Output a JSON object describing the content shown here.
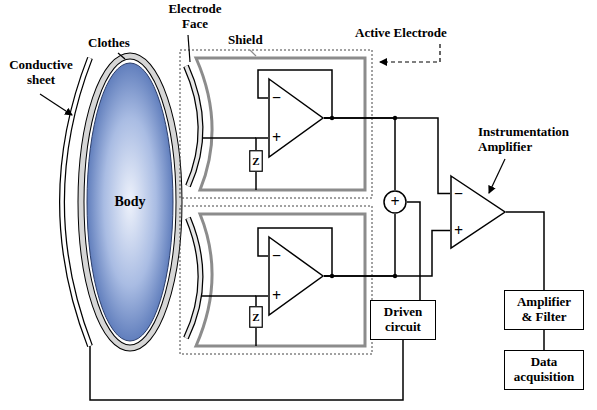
{
  "diagram": {
    "nodes": [
      {
        "text": [
          "Body"
        ]
      },
      {
        "text": [
          "−",
          "+"
        ]
      },
      {
        "text": [
          "Z"
        ]
      },
      {
        "text": [
          "−",
          "+"
        ]
      },
      {
        "text": [
          "Z"
        ]
      },
      {
        "text": [
          "+"
        ]
      },
      {
        "text": [
          "Instrumentation Amplifier",
          "−",
          "+"
        ]
      },
      {
        "text": [
          "Driven circuit"
        ]
      },
      {
        "text": [
          "Amplifier & Filter"
        ]
      },
      {
        "text": [
          "Data acquisition"
        ]
      }
    ],
    "edges": [
      {
        "from": 1,
        "to": 5,
        "arrow": "none"
      },
      {
        "from": 1,
        "to": 6,
        "arrow": "none"
      },
      {
        "from": 2,
        "to": 1,
        "arrow": "none"
      },
      {
        "from": 3,
        "to": 5,
        "arrow": "none"
      },
      {
        "from": 3,
        "to": 6,
        "arrow": "none"
      },
      {
        "from": 4,
        "to": 3,
        "arrow": "none"
      },
      {
        "from": 5,
        "to": 7,
        "arrow": "none"
      },
      {
        "from": 6,
        "to": 8,
        "arrow": "none"
      },
      {
        "from": 8,
        "to": 9,
        "arrow": "none"
      }
    ],
    "labels": [
      "Conductive sheet",
      "Clothes",
      "Electrode Face",
      "Shield",
      "Active Electrode"
    ]
  }
}
